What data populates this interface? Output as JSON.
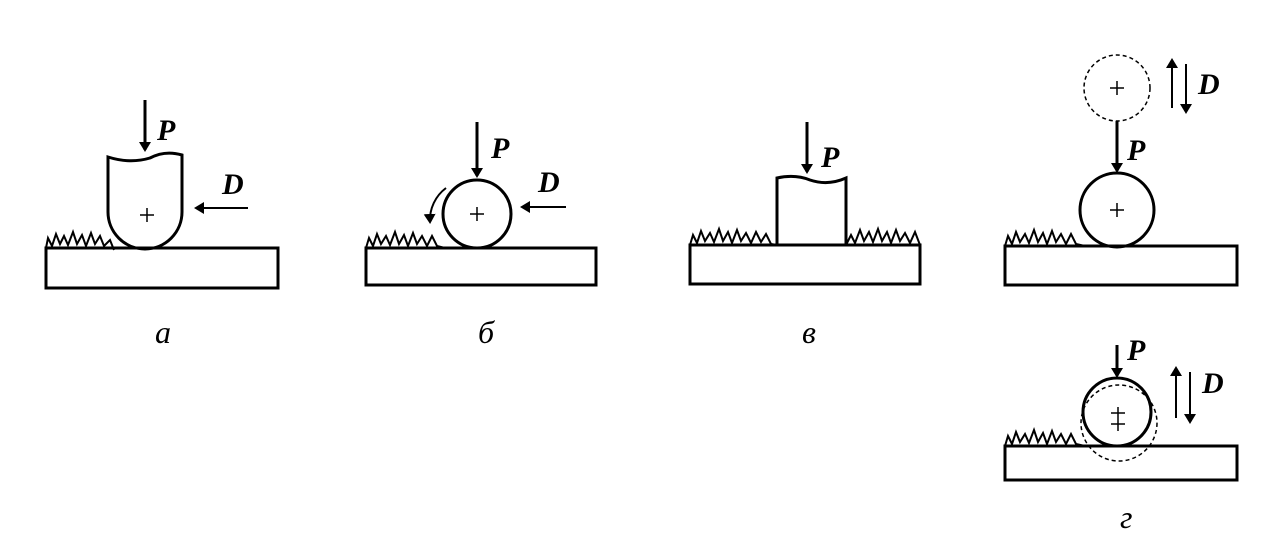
{
  "figures": [
    {
      "caption": "а",
      "force_label": "P",
      "feed_label": "D"
    },
    {
      "caption": "б",
      "force_label": "P",
      "feed_label": "D"
    },
    {
      "caption": "в",
      "force_label": "P"
    },
    {
      "caption": "г",
      "force_label": "P",
      "feed_label": "D",
      "force_label_2": "P",
      "feed_label_2": "D"
    }
  ]
}
